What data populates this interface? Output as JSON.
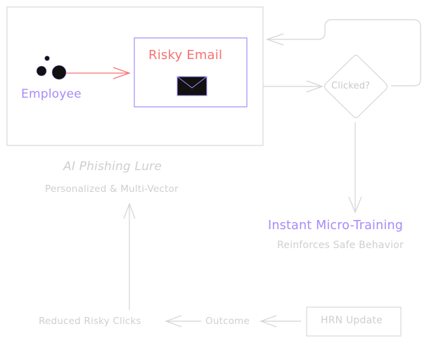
{
  "colors": {
    "muted": "#d4d4d4",
    "muted_text": "#c8c8c8",
    "purple": "#a78bfa",
    "red": "#f87171",
    "dark": "#111111",
    "frame": "#d9d9d9"
  },
  "nodes": {
    "employee": {
      "label": "Employee",
      "icon": "users-icon"
    },
    "risky_email": {
      "label": "Risky Email",
      "icon": "envelope-icon"
    },
    "decision": {
      "label": "Clicked?"
    },
    "lure": {
      "title": "AI Phishing Lure",
      "subtitle": "Personalized & Multi-Vector"
    },
    "training": {
      "title": "Instant Micro-Training",
      "subtitle": "Reinforces Safe Behavior"
    },
    "hrn_update": {
      "label": "HRN Update"
    },
    "outcome": {
      "label": "Outcome"
    },
    "reduced_clicks": {
      "label": "Reduced Risky Clicks"
    }
  },
  "edges": [
    {
      "from": "employee",
      "to": "risky_email"
    },
    {
      "from": "lure",
      "to": "decision"
    },
    {
      "from": "decision",
      "to": "lure",
      "label": "loop-back"
    },
    {
      "from": "decision",
      "to": "training"
    },
    {
      "from": "hrn_update",
      "to": "outcome"
    },
    {
      "from": "outcome",
      "to": "reduced_clicks"
    },
    {
      "from": "reduced_clicks",
      "to": "lure"
    }
  ]
}
